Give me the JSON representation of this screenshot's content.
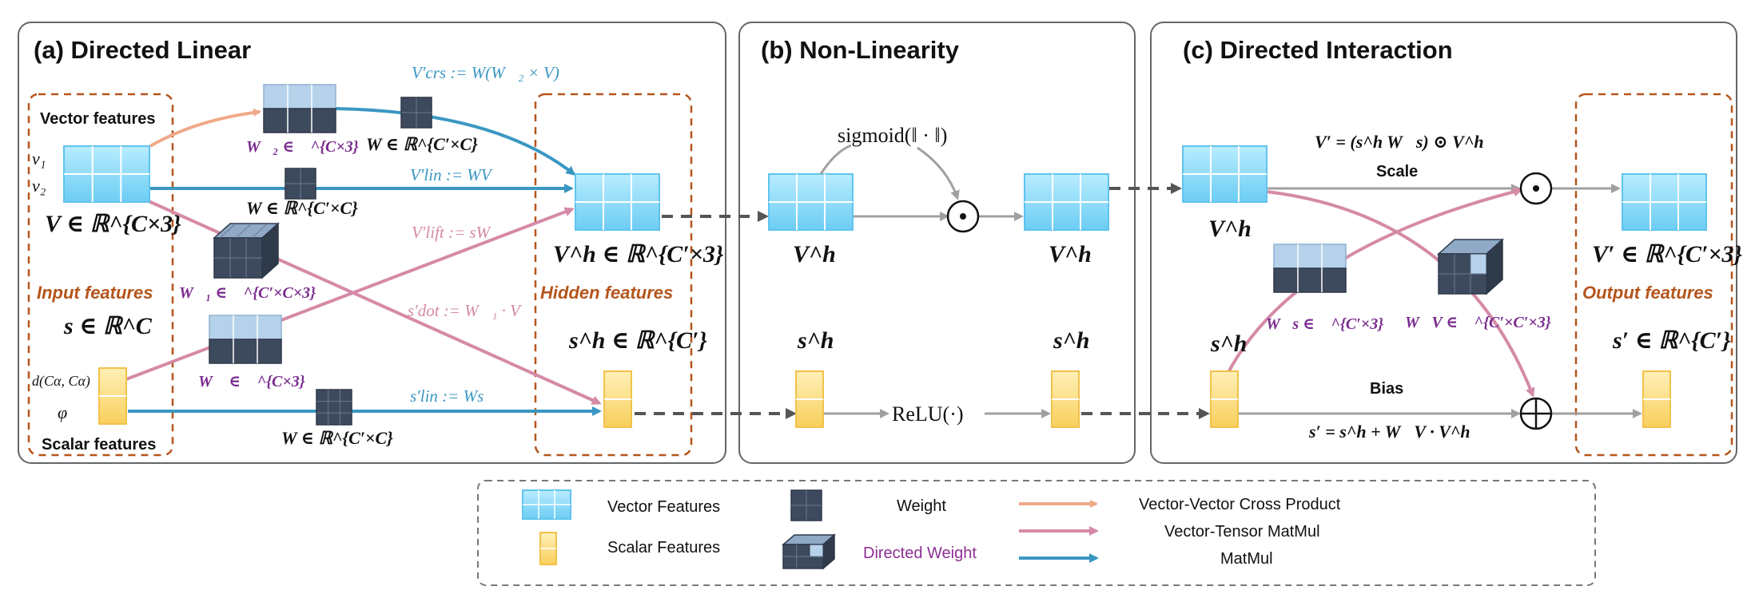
{
  "panels": {
    "a_title": "(a) Directed Linear",
    "b_title": "(b) Non-Linearity",
    "c_title": "(c) Directed Interaction"
  },
  "panel_a": {
    "vector_features": "Vector features",
    "v1": "v₁",
    "v2": "v₂",
    "V_def": "V ∈ ℝ^{C×3}",
    "input_features": "Input features",
    "s_def": "s ∈ ℝ^C",
    "d_label": "d(Cα, Cα)",
    "phi": "φ",
    "scalar_features": "Scalar features",
    "W2_label": "W⃗₂ ∈ ℝ^{C×3}",
    "W_top_label": "W ∈ ℝ^{C′×C}",
    "W_mid_label": "W ∈ ℝ^{C′×C}",
    "W1_label": "W⃗₁ ∈ ℝ^{C′×C×3}",
    "W_vec_label": "W⃗ ∈ ℝ^{C×3}",
    "W_bottom_label": "W ∈ ℝ^{C′×C}",
    "V_crs": "V′crs := W(W⃗₂ × V)",
    "V_lin": "V′lin := WV",
    "V_lift": "V′lift := sW⃗",
    "s_dot": "s′dot := W⃗₁ · V",
    "s_lin": "s′lin := Ws",
    "Vh_def": "V^h ∈ ℝ^{C′×3}",
    "hidden_features": "Hidden features",
    "sh_def": "s^h ∈ ℝ^{C′}"
  },
  "panel_b": {
    "sigmoid": "sigmoid(‖ · ‖)",
    "Vh_left": "V^h",
    "Vh_right": "V^h",
    "sh_left": "s^h",
    "sh_right": "s^h",
    "relu": "ReLU(·)"
  },
  "panel_c": {
    "V_prime_eq": "V′ = (s^h W⃗s) ⊙ V^h",
    "scale": "Scale",
    "Vh": "V^h",
    "sh": "s^h",
    "Ws_label": "W⃗s ∈ ℝ^{C′×3}",
    "WV_label": "W⃗V ∈ ℝ^{C′×C′×3}",
    "bias": "Bias",
    "s_prime_eq": "s′ = s^h + W⃗V · V^h",
    "V_out_def": "V′ ∈ ℝ^{C′×3}",
    "output_features": "Output features",
    "s_out_def": "s′ ∈ ℝ^{C′}"
  },
  "legend": {
    "vector_features": "Vector Features",
    "scalar_features": "Scalar Features",
    "weight": "Weight",
    "directed_weight": "Directed Weight",
    "cross_product": "Vector-Vector Cross Product",
    "tensor_matmul": "Vector-Tensor MatMul",
    "matmul": "MatMul"
  },
  "colors": {
    "vector_blue": "#7fd3f5",
    "scalar_yellow": "#fbd97a",
    "weight_dark": "#3d4a5e",
    "weight_light": "#b6d2ea",
    "arrow_orange": "#f0a988",
    "arrow_pink": "#d58aa7",
    "arrow_blue": "#3a97c2",
    "arrow_gray": "#a0a0a0",
    "dash_gray": "#555555",
    "orange_label": "#b5551b",
    "purple_label": "#8e2f92"
  }
}
